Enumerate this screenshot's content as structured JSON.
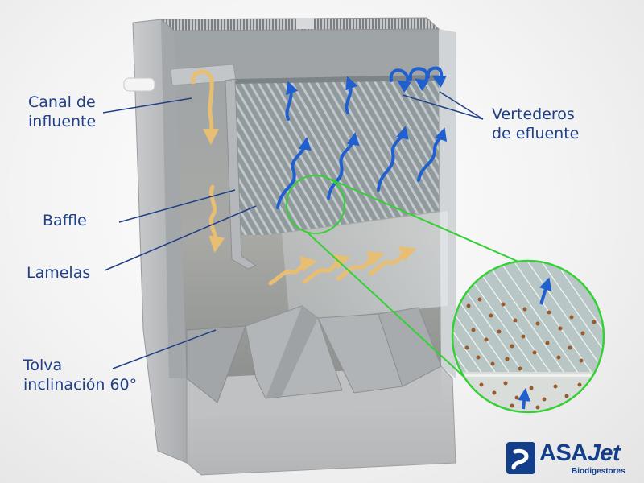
{
  "labels": {
    "canal_line1": "Canal de",
    "canal_line2": "influente",
    "baffle": "Baffle",
    "lamelas": "Lamelas",
    "tolva_line1": "Tolva",
    "tolva_line2": "inclinación 60°",
    "vertederos_line1": "Vertederos",
    "vertederos_line2": "de efluente"
  },
  "logo": {
    "brand_part1": "ASA",
    "brand_part2": "Jet",
    "tagline": "Biodigestores"
  },
  "colors": {
    "label_text": "#1f3f86",
    "leader_line": "#1f3f86",
    "water_arrow": "#1f5fd0",
    "influent_arrow": "#e8bf72",
    "zoom_outline": "#35d035",
    "concrete": "#b9bcbf",
    "sludge_dot": "#9a5a2a"
  }
}
